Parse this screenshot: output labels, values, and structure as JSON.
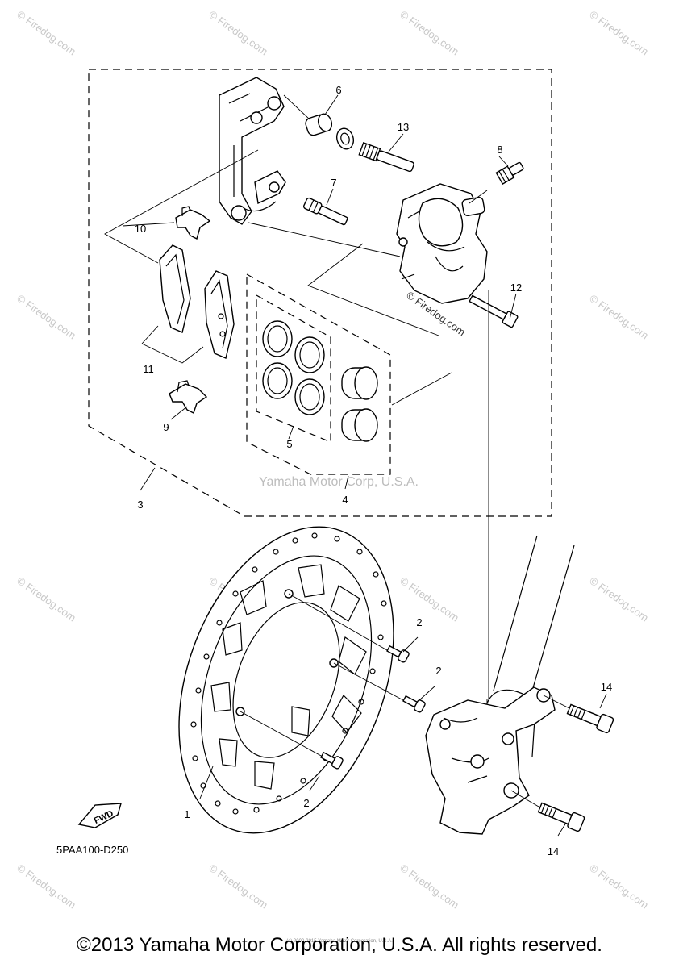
{
  "watermark": "© Firedog.com",
  "inline_credit": "© Firedog.com",
  "center_watermark": "Yamaha Motor Corp, U.S.A.",
  "diagram_code": "5PAA100-D250",
  "fwd_label": "FWD",
  "tiny_credit": "(c) 2000-2015 Yamaha Motor Corporation, U.S.A.",
  "copyright": "©2013 Yamaha Motor Corporation, U.S.A. All rights reserved.",
  "callouts": {
    "c1": "1",
    "c2a": "2",
    "c2b": "2",
    "c2c": "2",
    "c3": "3",
    "c4": "4",
    "c5": "5",
    "c6": "6",
    "c7": "7",
    "c8": "8",
    "c9": "9",
    "c10": "10",
    "c11": "11",
    "c12": "12",
    "c13": "13",
    "c14a": "14",
    "c14b": "14"
  }
}
